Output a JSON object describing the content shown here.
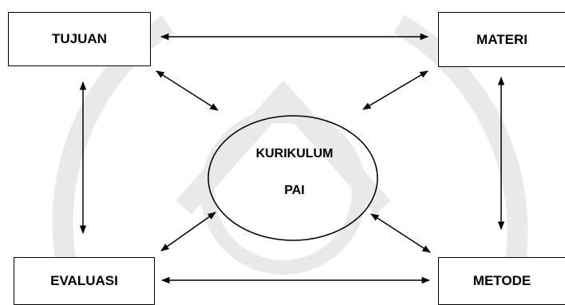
{
  "diagram": {
    "nodes": {
      "tujuan": "TUJUAN",
      "materi": "MATERI",
      "evaluasi": "EVALUASI",
      "metode": "METODE"
    },
    "center": {
      "line1": "KURIKULUM",
      "line2": "PAI"
    },
    "edges": [
      {
        "from": "tujuan",
        "to": "materi",
        "type": "bidirectional"
      },
      {
        "from": "tujuan",
        "to": "evaluasi",
        "type": "bidirectional"
      },
      {
        "from": "materi",
        "to": "metode",
        "type": "bidirectional"
      },
      {
        "from": "evaluasi",
        "to": "metode",
        "type": "bidirectional"
      },
      {
        "from": "tujuan",
        "to": "center",
        "type": "bidirectional"
      },
      {
        "from": "materi",
        "to": "center",
        "type": "bidirectional"
      },
      {
        "from": "evaluasi",
        "to": "center",
        "type": "bidirectional"
      },
      {
        "from": "metode",
        "to": "center",
        "type": "bidirectional"
      }
    ],
    "colors": {
      "line": "#000000",
      "watermark": "#e9e9e9"
    }
  }
}
